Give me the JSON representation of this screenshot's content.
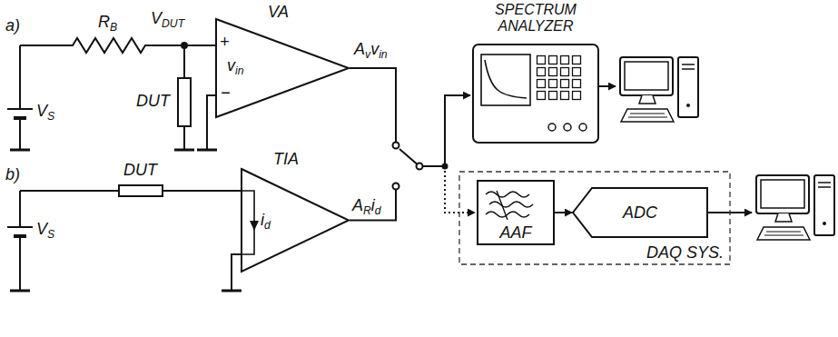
{
  "diagram": {
    "nodes": [
      {
        "text": [
          "DUT"
        ]
      },
      {
        "text": [
          "VA"
        ]
      },
      {
        "text": [
          "DUT"
        ]
      },
      {
        "text": [
          "TIA"
        ]
      },
      {
        "text": [
          "SPECTRUM ANALYZER"
        ]
      },
      {
        "text": [
          "DAQ SYS."
        ]
      },
      {
        "text": [
          "AAF"
        ],
        "in": 5
      },
      {
        "text": [
          "ADC"
        ],
        "in": 5
      }
    ],
    "edges": [
      {
        "from": 0,
        "to": 1,
        "arrow": "none"
      },
      {
        "from": 2,
        "to": 3,
        "arrow": "none"
      },
      {
        "from": 6,
        "to": 7,
        "arrow": "to"
      }
    ],
    "labels": [
      "a)",
      "RB",
      "VDUT",
      "+",
      "−",
      "vin",
      "Avvin",
      "VS",
      "b)",
      "id",
      "ARid",
      "VS"
    ]
  }
}
